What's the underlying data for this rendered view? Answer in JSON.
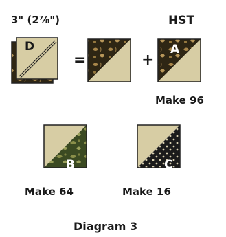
{
  "top_left_label": "3\" (2⅞\")",
  "top_right_label": "HST",
  "operators": {
    "equals": "=",
    "plus": "+"
  },
  "pieces": {
    "d_letter": "D",
    "a_letter": "A",
    "b_letter": "B",
    "c_letter": "C"
  },
  "make_labels": {
    "a": "Make 96",
    "b": "Make 64",
    "c": "Make 16"
  },
  "caption": "Diagram 3",
  "colors": {
    "cream": "#d7cda4",
    "outline": "#222222",
    "gold_floral_dark": "#2e2614",
    "gold_floral_motif": "#a8864a",
    "green_floral_dark": "#3b4a22",
    "green_floral_motif": "#8a8f4a",
    "black_dot": "#1b1b1b",
    "dot": "#d8d0b0"
  }
}
